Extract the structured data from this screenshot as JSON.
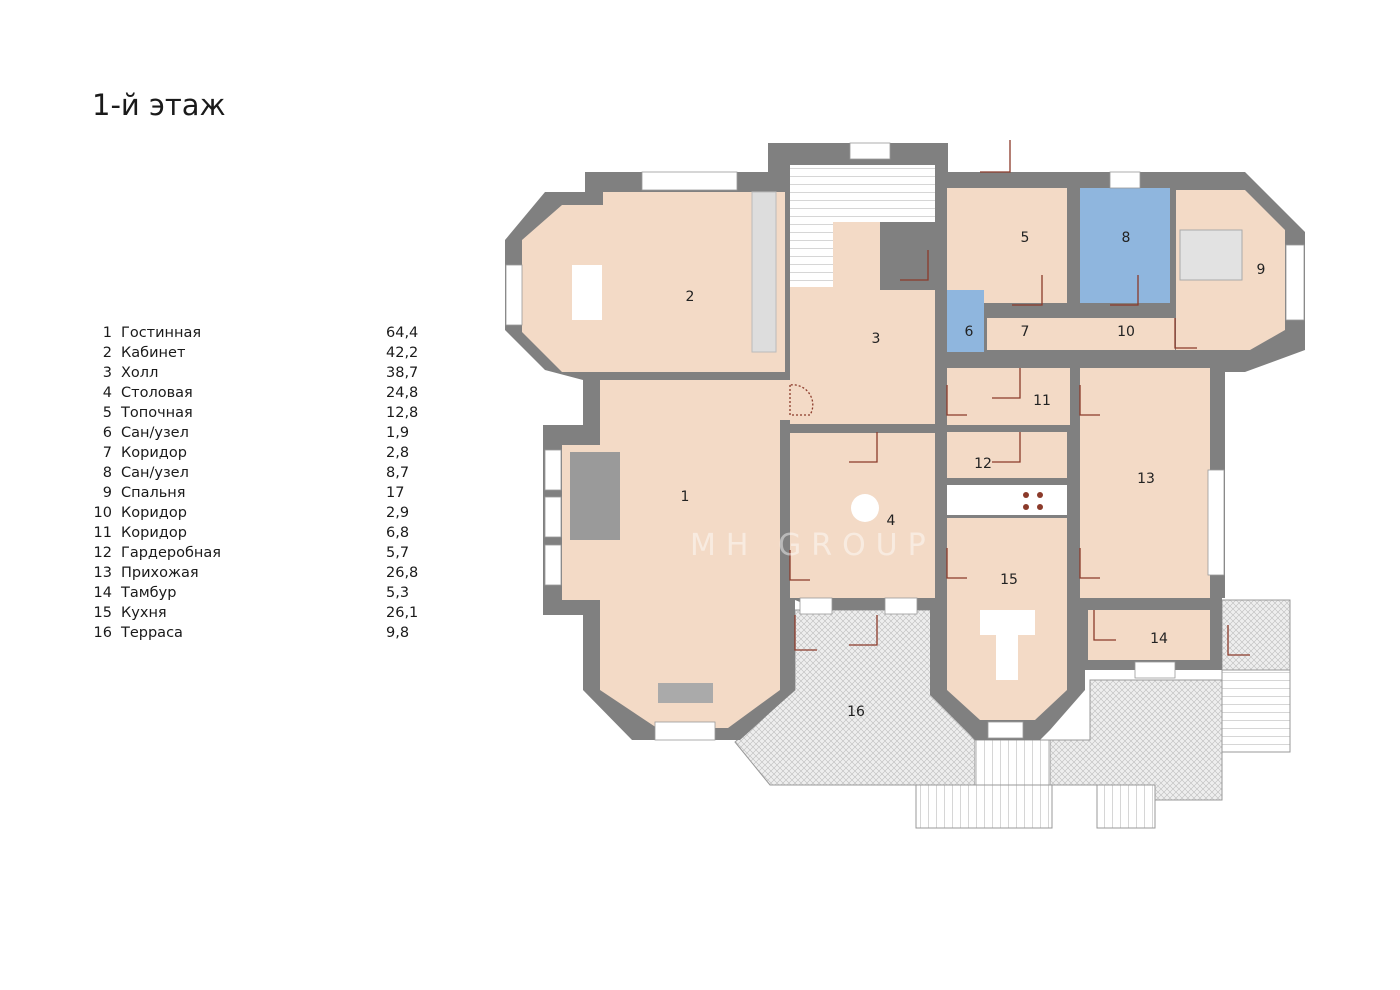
{
  "title": "1-й этаж",
  "rooms": [
    {
      "num": "1",
      "name": "Гостинная",
      "area": "64,4"
    },
    {
      "num": "2",
      "name": "Кабинет",
      "area": "42,2"
    },
    {
      "num": "3",
      "name": "Холл",
      "area": "38,7"
    },
    {
      "num": "4",
      "name": "Столовая",
      "area": "24,8"
    },
    {
      "num": "5",
      "name": "Топочная",
      "area": "12,8"
    },
    {
      "num": "6",
      "name": "Сан/узел",
      "area": "1,9"
    },
    {
      "num": "7",
      "name": "Коридор",
      "area": "2,8"
    },
    {
      "num": "8",
      "name": "Сан/узел",
      "area": "8,7"
    },
    {
      "num": "9",
      "name": "Спальня",
      "area": "17"
    },
    {
      "num": "10",
      "name": "Коридор",
      "area": "2,9"
    },
    {
      "num": "11",
      "name": "Коридор",
      "area": "6,8"
    },
    {
      "num": "12",
      "name": "Гардеробная",
      "area": "5,7"
    },
    {
      "num": "13",
      "name": "Прихожая",
      "area": "26,8"
    },
    {
      "num": "14",
      "name": "Тамбур",
      "area": "5,3"
    },
    {
      "num": "15",
      "name": "Кухня",
      "area": "26,1"
    },
    {
      "num": "16",
      "name": "Терраса",
      "area": "9,8"
    }
  ],
  "watermark": "MH GROUP",
  "colors": {
    "wall": "#808080",
    "floor": "#f3dac6",
    "bath": "#8fb6de",
    "terrace": "#e6e6e6"
  }
}
